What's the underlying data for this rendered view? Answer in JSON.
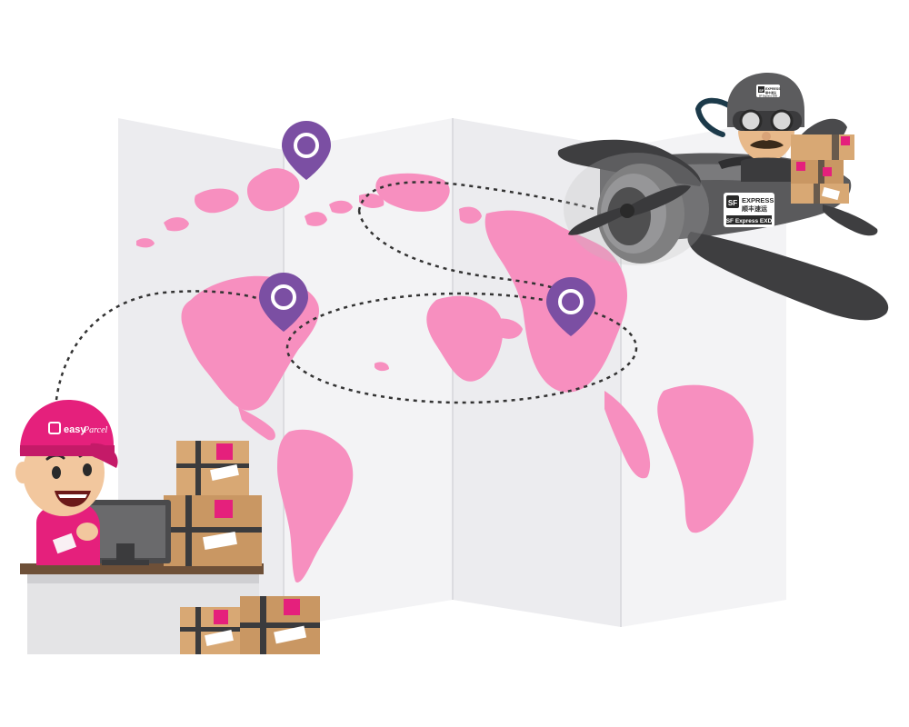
{
  "scene": {
    "colors": {
      "map_panel": "#e9e9ec",
      "map_panel_alt": "#f1f1f3",
      "continents": "#f78fbf",
      "pin": "#7b4fa3",
      "route": "#333333",
      "cap": "#e5207c",
      "plane_body": "#5a5a5c",
      "box": "#d8a874",
      "counter": "#e2e2e2"
    }
  },
  "cap_brand": {
    "prefix": "easy",
    "suffix": "Parcel"
  },
  "plane_badge": {
    "logo": "SF",
    "word": "EXPRESS",
    "cjk": "顺丰速运",
    "subtitle": "SF Express EXD"
  },
  "helmet_badge": {
    "logo": "SF",
    "word": "EXPRESS",
    "cjk": "顺丰速运",
    "subtitle": "SF Express EXD"
  },
  "icons": {
    "pin": "map-pin-icon",
    "box": "parcel-box-icon",
    "plane": "airplane-icon"
  }
}
